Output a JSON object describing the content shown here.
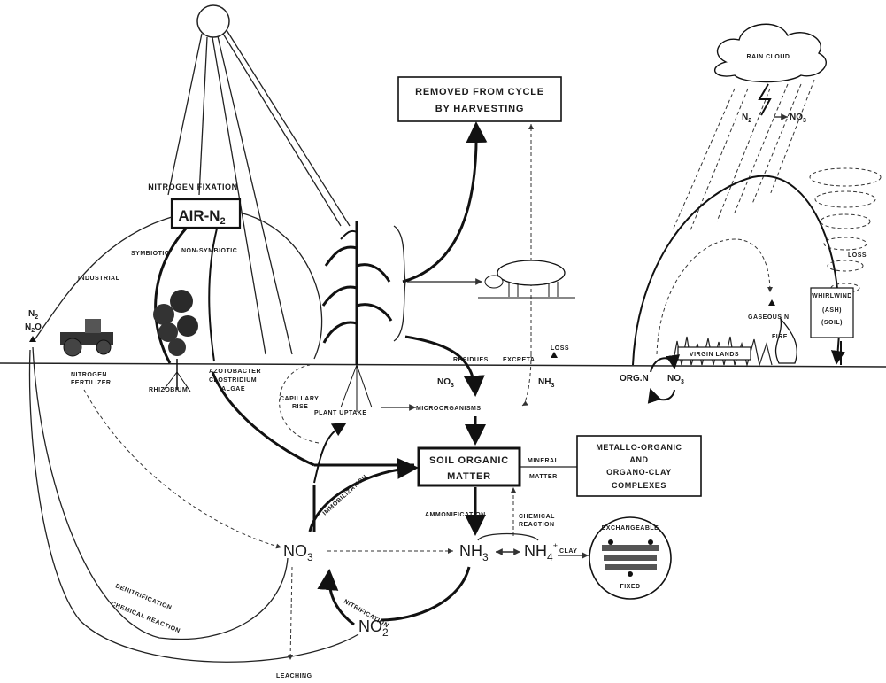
{
  "labels": {
    "removed_line1": "REMOVED FROM CYCLE",
    "removed_line2": "BY HARVESTING",
    "nitrogen_fixation": "NITROGEN FIXATION",
    "air_n2": "AIR-N",
    "air_n2_sub": "2",
    "industrial": "INDUSTRIAL",
    "symbiotic": "SYMBIOTIC",
    "non_symbiotic": "NON-SYMBIOTIC",
    "n2": "N",
    "n2_sub": "2",
    "n2o": "N",
    "n2o_sub": "2",
    "n2o_o": "O",
    "nitrogen_fertilizer_1": "NITROGEN",
    "nitrogen_fertilizer_2": "FERTILIZER",
    "rhizobium": "RHIZOBIUM",
    "azotobacter": "AZOTOBACTER",
    "clostridium": "CLOSTRIDIUM",
    "algae": "ALGAE",
    "capillary_1": "CAPILLARY",
    "capillary_2": "RISE",
    "plant_uptake": "PLANT UPTAKE",
    "residues": "RESIDUES",
    "excreta": "EXCRETA",
    "loss_1": "LOSS",
    "no3_small": "NO",
    "no3_small_sub": "3",
    "nh3_small": "NH",
    "nh3_small_sub": "3",
    "microorganisms": "MICROORGANISMS",
    "soil_om_1": "SOIL ORGANIC",
    "soil_om_2": "MATTER",
    "mineral_1": "MINERAL",
    "mineral_2": "MATTER",
    "metallo_1": "METALLO-ORGANIC",
    "metallo_2": "AND",
    "metallo_3": "ORGANO-CLAY",
    "metallo_4": "COMPLEXES",
    "immobilization": "IMMOBILIZATION",
    "ammonification": "AMMONIFICATION",
    "chemical_reaction_1": "CHEMICAL",
    "chemical_reaction_2": "REACTION",
    "no3_big": "NO",
    "no3_big_sub": "3",
    "nh3_big": "NH",
    "nh3_big_sub": "3",
    "nh4_big": "NH",
    "nh4_big_sub": "4",
    "nh4_sup": "+",
    "clay": "CLAY",
    "exchangeable": "EXCHANGEABLE",
    "fixed": "FIXED",
    "nitrification": "NITRIFICATION",
    "no2_big": "NO",
    "no2_big_sub": "2",
    "denitrification": "DENITRIFICATION",
    "chemical_reaction_long": "CHEMICAL REACTION",
    "leaching": "LEACHING",
    "rain_cloud": "RAIN CLOUD",
    "rain_n2": "N",
    "rain_n2_sub": "2",
    "rain_no3": "NO",
    "rain_no3_sub": "3",
    "loss_2": "LOSS",
    "whirlwind": "WHIRLWIND",
    "ash": "(ASH)",
    "soil": "(SOIL)",
    "gaseous_n": "GASEOUS N",
    "fire": "FIRE",
    "virgin_lands": "VIRGIN LANDS",
    "org_n": "ORG.N",
    "no3_right": "NO",
    "no3_right_sub": "3"
  }
}
